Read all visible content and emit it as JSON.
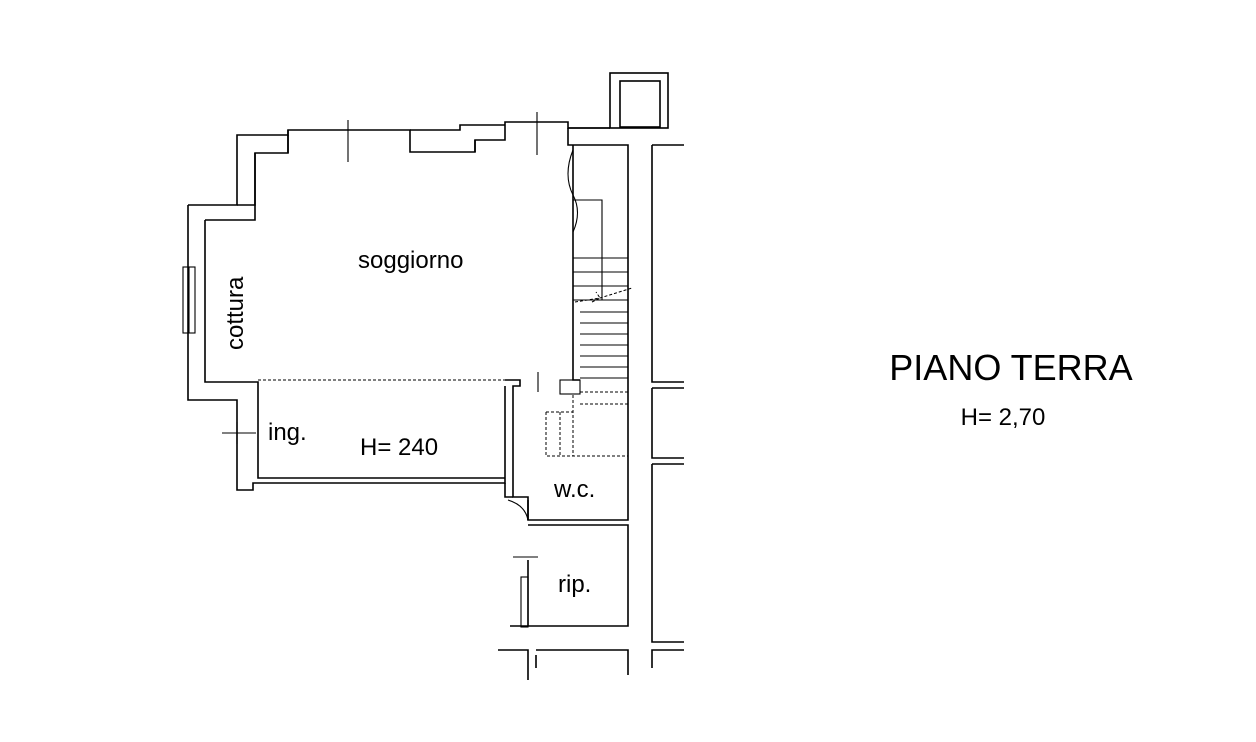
{
  "title": "PIANO TERRA",
  "height_note": "H= 2,70",
  "rooms": {
    "living": "soggiorno",
    "kitchen": "cottura",
    "entrance": "ing.",
    "entrance_height": "H= 240",
    "bathroom": "w.c.",
    "storage": "rip."
  }
}
